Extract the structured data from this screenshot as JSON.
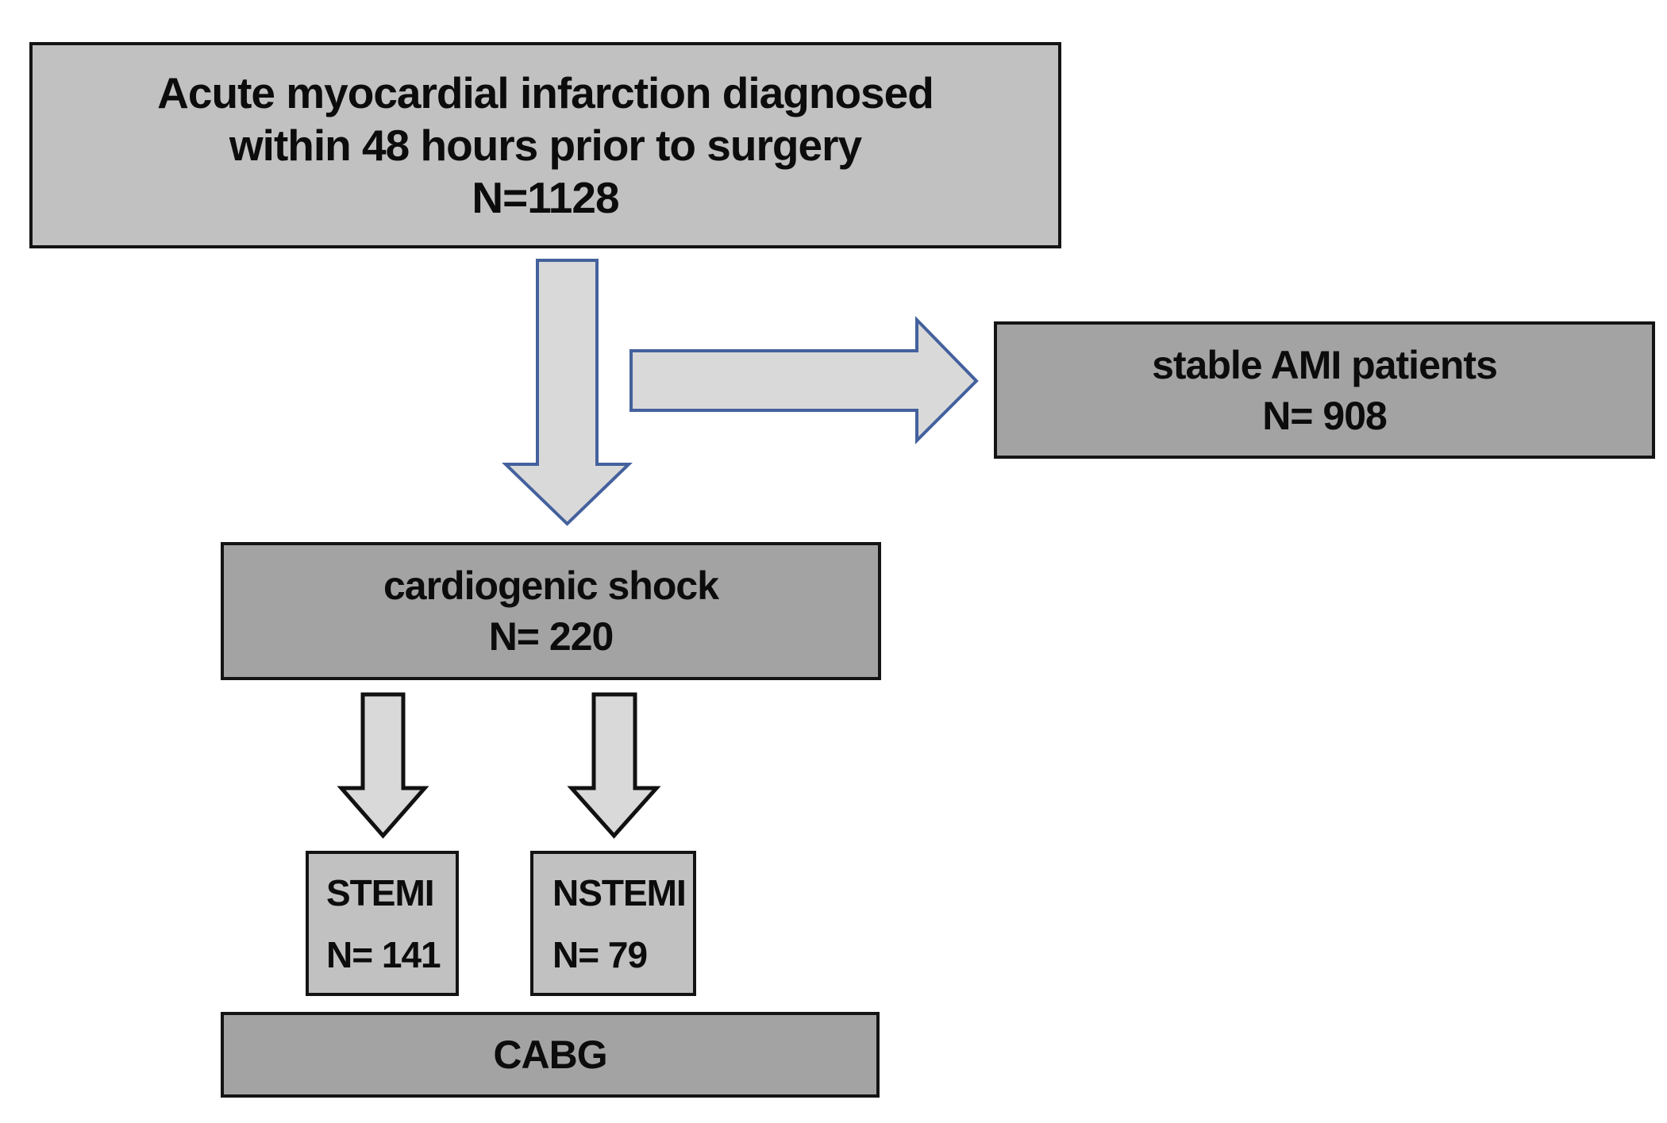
{
  "colors": {
    "canvas_bg": "#ffffff",
    "box_light_fill": "#c1c1c1",
    "box_dark_fill": "#a3a3a3",
    "box_border": "#141414",
    "arrow_fill": "#d9d9d9",
    "arrow_stroke_blue": "#44619d",
    "arrow_stroke_black": "#111111",
    "text_color": "#0c0c0c"
  },
  "boxes": {
    "top": {
      "lines": [
        "Acute myocardial infarction diagnosed",
        "within 48 hours prior to surgery",
        "N=1128"
      ]
    },
    "stable_ami": {
      "lines": [
        "stable AMI patients",
        "N= 908"
      ]
    },
    "cardiogenic": {
      "lines": [
        "cardiogenic shock",
        "N= 220"
      ]
    },
    "stemi": {
      "lines": [
        "STEMI",
        "N= 141"
      ]
    },
    "nstemi": {
      "lines": [
        "NSTEMI",
        "N= 79"
      ]
    },
    "cabg": {
      "lines": [
        "CABG"
      ]
    }
  },
  "arrows": [
    {
      "name": "flow-arrow-down",
      "direction": "down",
      "outline": "blue"
    },
    {
      "name": "flow-arrow-right",
      "direction": "right",
      "outline": "blue"
    },
    {
      "name": "flow-arrow-down-left",
      "direction": "down",
      "outline": "black"
    },
    {
      "name": "flow-arrow-down-right",
      "direction": "down",
      "outline": "black"
    }
  ]
}
